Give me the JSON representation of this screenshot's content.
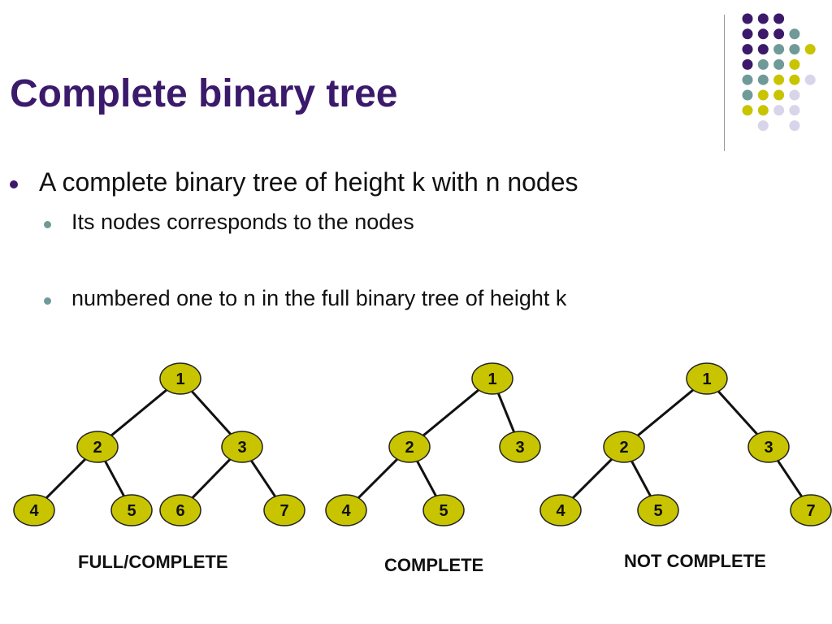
{
  "slide": {
    "title": "Complete binary tree",
    "bullets": [
      "A complete binary tree of height k with n nodes",
      "Its nodes corresponds to the nodes",
      "numbered one to n in the full binary tree of height k"
    ]
  },
  "colors": {
    "title": "#3b1a6b",
    "node_fill": "#c8c400",
    "node_stroke": "#222222",
    "edge": "#111111",
    "deco_purple": "#3b1a6b",
    "deco_teal": "#6f9a98",
    "deco_yellow": "#c8c400",
    "deco_lavender": "#d8d4ea"
  },
  "trees": [
    {
      "caption": "FULL/COMPLETE",
      "nodes": [
        "1",
        "2",
        "3",
        "4",
        "5",
        "6",
        "7"
      ]
    },
    {
      "caption": "COMPLETE",
      "nodes": [
        "1",
        "2",
        "3",
        "4",
        "5"
      ]
    },
    {
      "caption": "NOT COMPLETE",
      "nodes": [
        "1",
        "2",
        "3",
        "4",
        "5",
        "7"
      ]
    }
  ]
}
